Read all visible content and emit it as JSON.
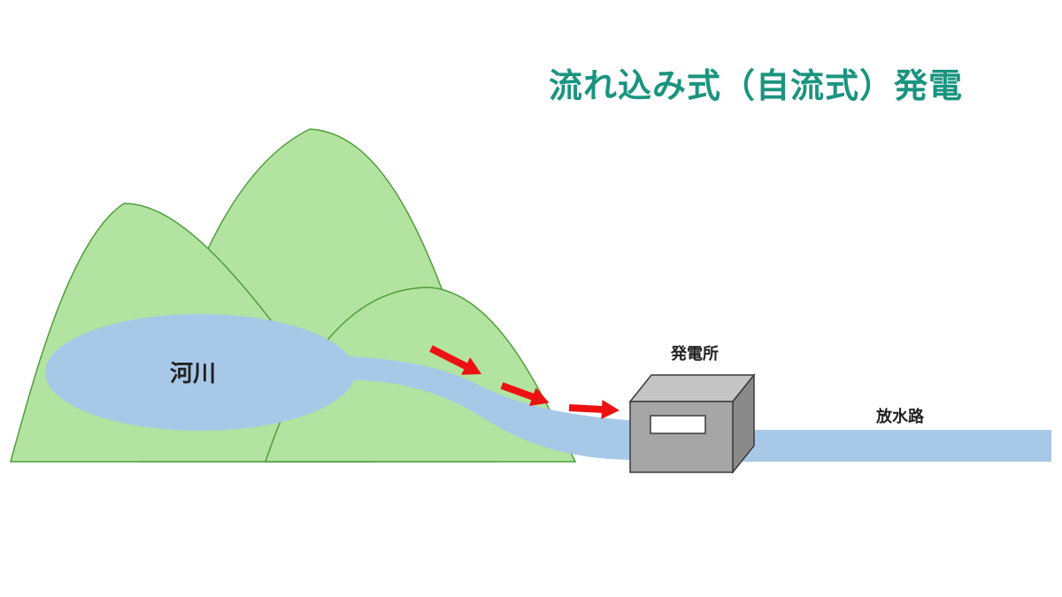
{
  "title": "流れ込み式（自流式）発電",
  "labels": {
    "river": "河川",
    "power_station": "発電所",
    "tailrace": "放水路"
  },
  "colors": {
    "title": "#1a9480",
    "mountain_fill": "#b3e3a0",
    "mountain_stroke": "#4e9e3a",
    "water": "#a8c8e8",
    "arrow": "#ee1111",
    "building_front": "#a6a6a6",
    "building_top": "#c4c4c4",
    "building_side": "#8a8a8a",
    "building_stroke": "#3a3a3a"
  },
  "icons": {
    "arrow": "flow-arrow",
    "building": "power-station-box"
  }
}
